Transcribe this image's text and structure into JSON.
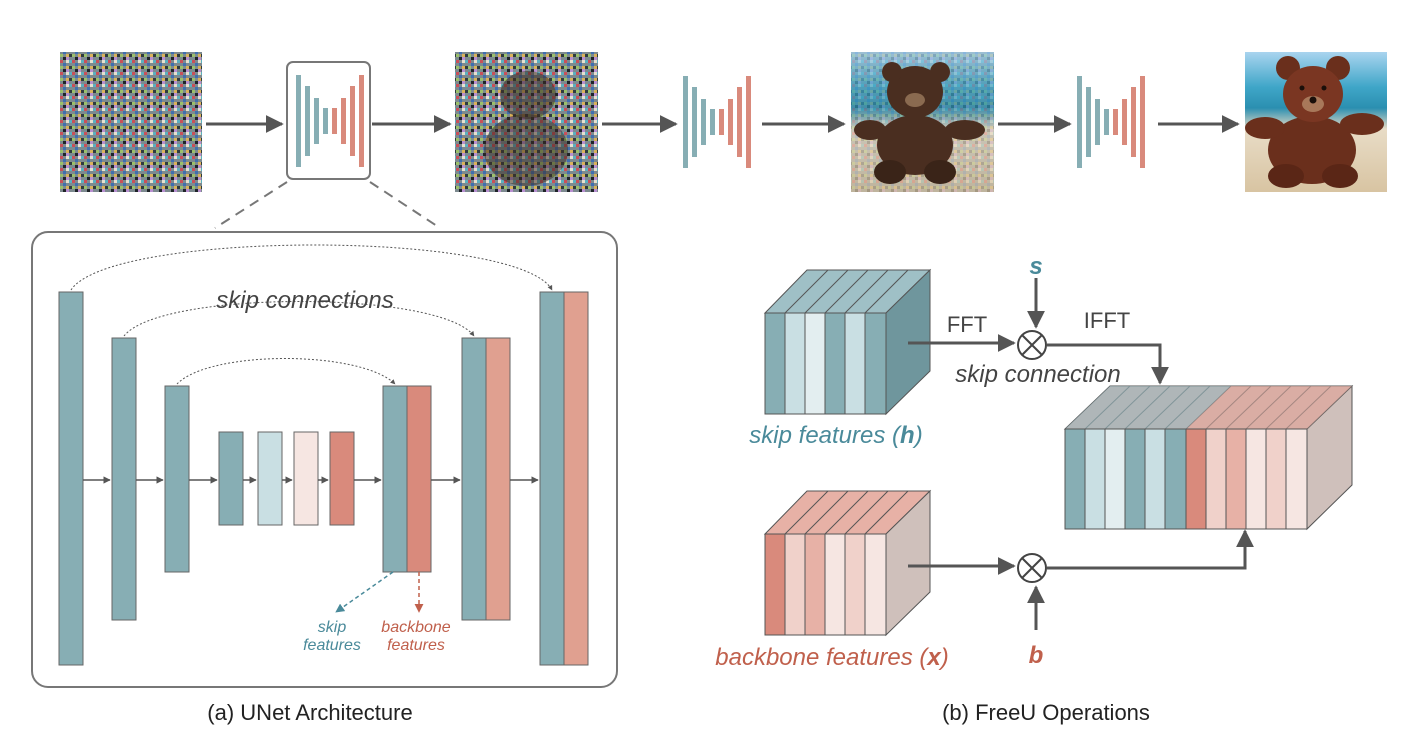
{
  "panel_a": {
    "caption": "(a) UNet Architecture",
    "skip_label": "skip connections",
    "skip_features_line1": "skip",
    "skip_features_line2": "features",
    "backbone_features_line1": "backbone",
    "backbone_features_line2": "features"
  },
  "panel_b": {
    "caption": "(b) FreeU Operations",
    "fft": "FFT",
    "ifft": "IFFT",
    "s_symbol": "s",
    "b_symbol": "b",
    "skip_connection": "skip connection",
    "skip_features_text": "skip features (",
    "skip_features_var": "h",
    "skip_features_close": ")",
    "backbone_features_text": "backbone features (",
    "backbone_features_var": "x",
    "backbone_features_close": ")",
    "multiply_symbol": "⊗"
  },
  "colors": {
    "teal": "#87aeb4",
    "teal_light": "#c9dfe3",
    "teal_pale": "#e3eef0",
    "salmon": "#d98a7c",
    "salmon_mid": "#e7b1a6",
    "salmon_light": "#f0d1ca",
    "salmon_pale": "#f6e6e2",
    "teal_text": "#4a8a9a",
    "salmon_text": "#c0604c",
    "arrow": "#555555"
  },
  "pipeline": {
    "images": [
      {
        "name": "pure-noise-image"
      },
      {
        "name": "noisy-teddy-image"
      },
      {
        "name": "partially-denoised-teddy-image"
      },
      {
        "name": "final-teddy-bear-image"
      }
    ]
  }
}
